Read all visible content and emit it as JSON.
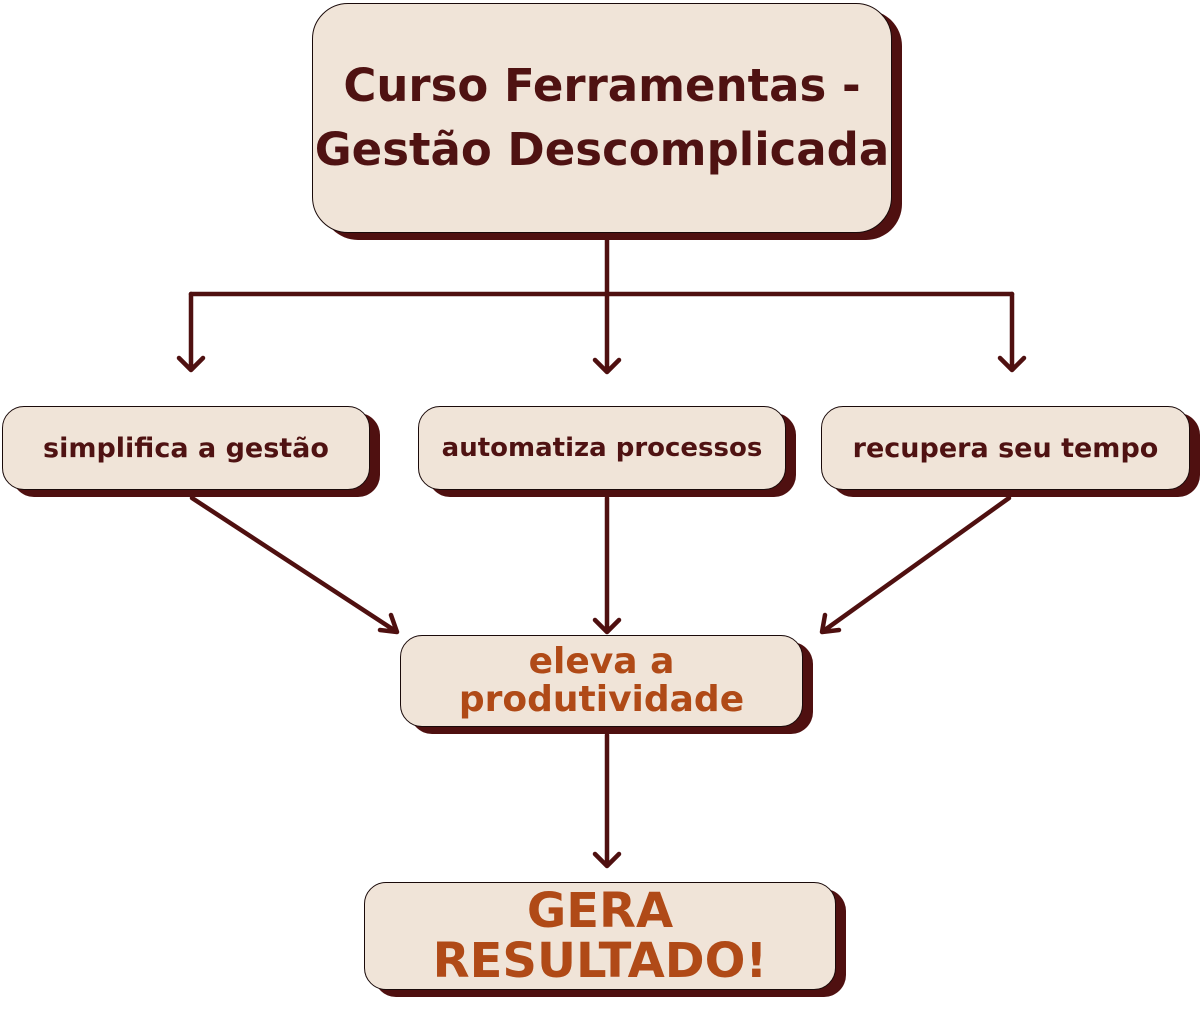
{
  "diagram": {
    "title_lines": [
      "Curso Ferramentas -",
      "Gestão Descomplicada"
    ],
    "benefits": [
      "simplifica a gestão",
      "automatiza processos",
      "recupera seu tempo"
    ],
    "outcome_lines": [
      "eleva a",
      "produtividade"
    ],
    "result_lines": [
      "GERA",
      "RESULTADO!"
    ]
  },
  "colors": {
    "box_fill": "#f0e4d8",
    "shadow": "#4f1010",
    "text_dark": "#4f1212",
    "text_accent": "#b04a17",
    "arrow": "#4f1010"
  }
}
